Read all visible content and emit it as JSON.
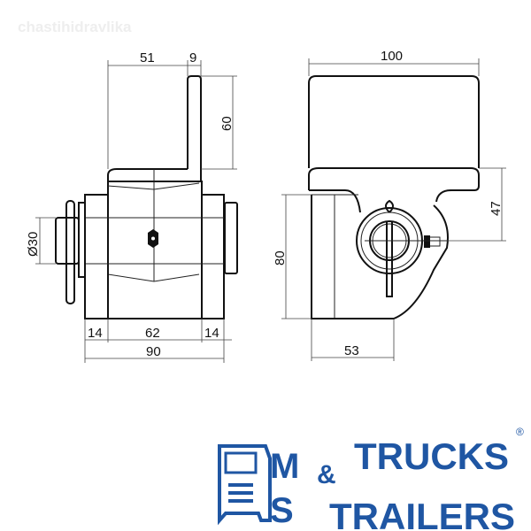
{
  "watermark": "chastihidravlika",
  "left_view": {
    "dim_51": "51",
    "dim_9": "9",
    "dim_60": "60",
    "dim_diameter": "Ø30",
    "dim_14_left": "14",
    "dim_62": "62",
    "dim_14_right": "14",
    "dim_90": "90"
  },
  "right_view": {
    "dim_100": "100",
    "dim_47": "47",
    "dim_80": "80",
    "dim_53": "53"
  },
  "logo": {
    "letter_m": "M",
    "letter_s": "S",
    "word1": "TRUCKS",
    "ampersand": "&",
    "word2": "TRAILERS",
    "registered": "®",
    "color": "#1f56a3"
  }
}
